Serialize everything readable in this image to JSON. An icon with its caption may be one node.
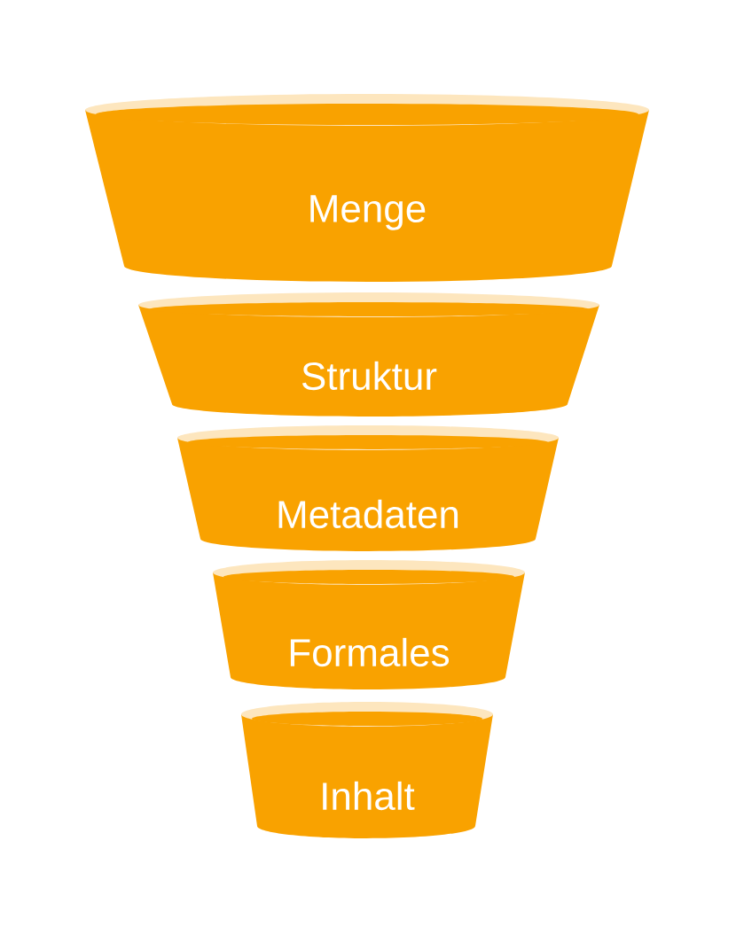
{
  "diagram": {
    "nodes": [
      {
        "text": [
          "Menge"
        ]
      },
      {
        "text": [
          "Struktur"
        ]
      },
      {
        "text": [
          "Metadaten"
        ]
      },
      {
        "text": [
          "Formales"
        ]
      },
      {
        "text": [
          "Inhalt"
        ]
      }
    ]
  }
}
